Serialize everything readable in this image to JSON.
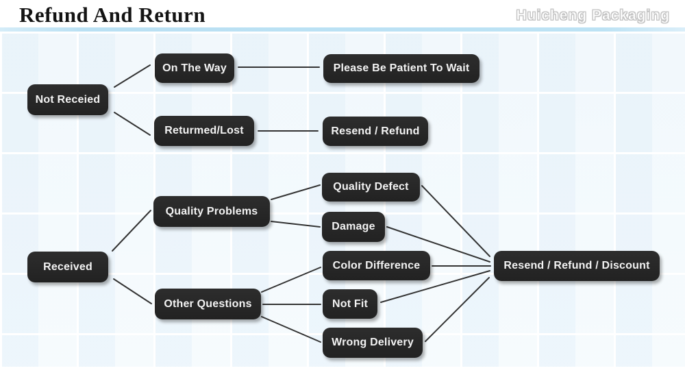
{
  "header": {
    "title": "Refund And Return",
    "brand": "Huicheng Packaging"
  },
  "diagram": {
    "type": "flowchart",
    "nodes": {
      "not_received": "Not Receied",
      "on_the_way": "On The Way",
      "please_wait": "Please Be Patient To Wait",
      "returned_lost": "Returmed/Lost",
      "resend_refund": "Resend / Refund",
      "received": "Received",
      "quality_problems": "Quality Problems",
      "quality_defect": "Quality Defect",
      "damage": "Damage",
      "color_difference": "Color Difference",
      "other_questions": "Other Questions",
      "not_fit": "Not Fit",
      "wrong_delivery": "Wrong Delivery",
      "resend_refund_discount": "Resend / Refund / Discount"
    },
    "edges": [
      {
        "from": "not_received",
        "to": "on_the_way"
      },
      {
        "from": "not_received",
        "to": "returned_lost"
      },
      {
        "from": "on_the_way",
        "to": "please_wait"
      },
      {
        "from": "returned_lost",
        "to": "resend_refund"
      },
      {
        "from": "received",
        "to": "quality_problems"
      },
      {
        "from": "received",
        "to": "other_questions"
      },
      {
        "from": "quality_problems",
        "to": "quality_defect"
      },
      {
        "from": "quality_problems",
        "to": "damage"
      },
      {
        "from": "other_questions",
        "to": "color_difference"
      },
      {
        "from": "other_questions",
        "to": "not_fit"
      },
      {
        "from": "other_questions",
        "to": "wrong_delivery"
      },
      {
        "from": "quality_defect",
        "to": "resend_refund_discount"
      },
      {
        "from": "damage",
        "to": "resend_refund_discount"
      },
      {
        "from": "color_difference",
        "to": "resend_refund_discount"
      },
      {
        "from": "not_fit",
        "to": "resend_refund_discount"
      },
      {
        "from": "wrong_delivery",
        "to": "resend_refund_discount"
      }
    ],
    "colors": {
      "node_bg": "#262626",
      "node_text": "#f3f3f3",
      "line": "#333333",
      "divider": "#bce2f4",
      "canvas_tint": "#eef6fb"
    }
  }
}
